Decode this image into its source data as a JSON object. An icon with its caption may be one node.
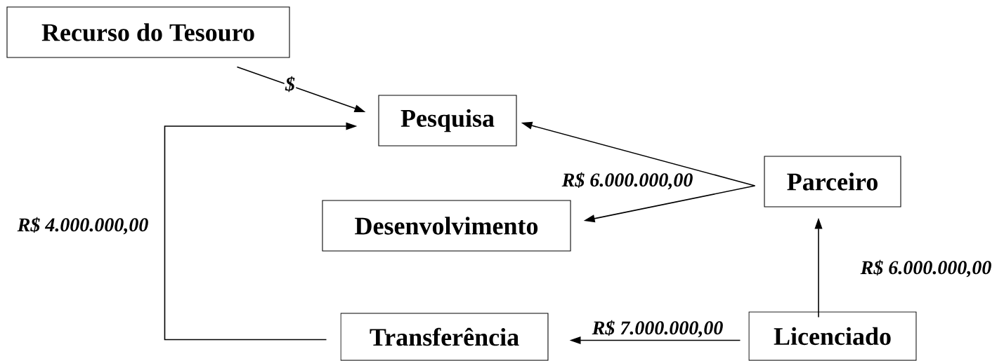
{
  "diagram": {
    "nodes": [
      {
        "text": [
          "Recurso do Tesouro"
        ]
      },
      {
        "text": [
          "Pesquisa"
        ]
      },
      {
        "text": [
          "Parceiro"
        ]
      },
      {
        "text": [
          "Desenvolvimento"
        ]
      },
      {
        "text": [
          "Transferência"
        ]
      },
      {
        "text": [
          "Licenciado"
        ]
      }
    ],
    "edges": [
      {
        "from": 0,
        "to": 1,
        "arrow": "to",
        "label": "$"
      },
      {
        "from": 2,
        "to": 1,
        "arrow": "to",
        "label": "R$ 6.000.000,00"
      },
      {
        "from": 2,
        "to": 3,
        "arrow": "to"
      },
      {
        "from": 5,
        "to": 2,
        "arrow": "to",
        "label": "R$ 6.000.000,00"
      },
      {
        "from": 5,
        "to": 4,
        "arrow": "to",
        "label": "R$ 7.000.000,00"
      },
      {
        "from": 4,
        "to": 1,
        "arrow": "to",
        "label": "R$ 4.000.000,00"
      }
    ]
  }
}
